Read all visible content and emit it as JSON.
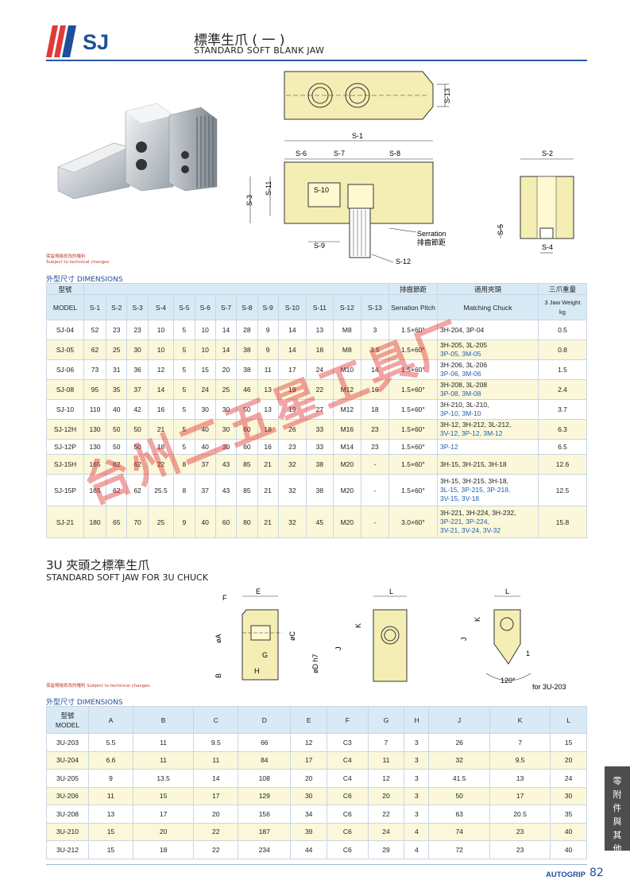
{
  "header": {
    "brand": "SJ",
    "title_cn": "標準生爪 ( 一 )",
    "title_en": "STANDARD SOFT BLANK  JAW"
  },
  "notes": {
    "rights_cn": "保留規格修改的權利",
    "rights_en": "Subject to technical changes"
  },
  "drawing1": {
    "labels": [
      "S-13",
      "S-1",
      "S-6",
      "S-7",
      "S-8",
      "S-10",
      "S-11",
      "S-3",
      "S-9",
      "S-12",
      "S-2",
      "S-5",
      "S-4"
    ],
    "serration_en": "Serration",
    "serration_cn": "排齒節距"
  },
  "dims1": {
    "label_cn": "外型尺寸",
    "label_en": "DIMENSIONS",
    "header_model_cn": "型號",
    "header_model_en": "MODEL",
    "columns": [
      "S-1",
      "S-2",
      "S-3",
      "S-4",
      "S-5",
      "S-6",
      "S-7",
      "S-8",
      "S-9",
      "S-10",
      "S-11",
      "S-12",
      "S-13"
    ],
    "serration_cn": "排齒節距",
    "serration_en": "Serration Pitch",
    "chuck_cn": "適用夾頭",
    "chuck_en": "Matching Chuck",
    "weight_cn": "三爪重量",
    "weight_en": "3 Jaw Weight",
    "weight_unit": "kg",
    "rows": [
      {
        "model": "SJ-04",
        "v": [
          "52",
          "23",
          "23",
          "10",
          "5",
          "10",
          "14",
          "28",
          "9",
          "14",
          "13",
          "M8",
          "3"
        ],
        "pitch": "1.5×60°",
        "chuck": [
          "3H-204, 3P-04"
        ],
        "weight": "0.5"
      },
      {
        "model": "SJ-05",
        "v": [
          "62",
          "25",
          "30",
          "10",
          "5",
          "10",
          "14",
          "38",
          "9",
          "14",
          "18",
          "M8",
          "3.5"
        ],
        "pitch": "1.5×60°",
        "chuck": [
          "3H-205, 3L-205",
          "3P-05, 3M-05"
        ],
        "weight": "0.8"
      },
      {
        "model": "SJ-06",
        "v": [
          "73",
          "31",
          "36",
          "12",
          "5",
          "15",
          "20",
          "38",
          "11",
          "17",
          "24",
          "M10",
          "14"
        ],
        "pitch": "1.5×60°",
        "chuck": [
          "3H-206, 3L-206",
          "3P-06, 3M-06"
        ],
        "weight": "1.5"
      },
      {
        "model": "SJ-08",
        "v": [
          "95",
          "35",
          "37",
          "14",
          "5",
          "24",
          "25",
          "46",
          "13",
          "19",
          "22",
          "M12",
          "16"
        ],
        "pitch": "1.5×60°",
        "chuck": [
          "3H-208, 3L-208",
          "3P-08, 3M-08"
        ],
        "weight": "2.4"
      },
      {
        "model": "SJ-10",
        "v": [
          "110",
          "40",
          "42",
          "16",
          "5",
          "30",
          "30",
          "50",
          "13",
          "19",
          "27",
          "M12",
          "18"
        ],
        "pitch": "1.5×60°",
        "chuck": [
          "3H-210, 3L-210,",
          "3P-10, 3M-10"
        ],
        "weight": "3.7"
      },
      {
        "model": "SJ-12H",
        "v": [
          "130",
          "50",
          "50",
          "21",
          "5",
          "40",
          "30",
          "60",
          "18",
          "26",
          "33",
          "M16",
          "23"
        ],
        "pitch": "1.5×60°",
        "chuck": [
          "3H-12, 3H-212, 3L-212,",
          "3V-12, 3P-12, 3M-12"
        ],
        "weight": "6.3"
      },
      {
        "model": "SJ-12P",
        "v": [
          "130",
          "50",
          "50",
          "18",
          "5",
          "40",
          "30",
          "60",
          "16",
          "23",
          "33",
          "M14",
          "23"
        ],
        "pitch": "1.5×60°",
        "chuck": [
          "3P-12"
        ],
        "weight": "6.5"
      },
      {
        "model": "SJ-15H",
        "v": [
          "165",
          "62",
          "62",
          "22",
          "8",
          "37",
          "43",
          "85",
          "21",
          "32",
          "38",
          "M20",
          "-"
        ],
        "pitch": "1.5×60°",
        "chuck": [
          "3H-15, 3H-215, 3H-18"
        ],
        "weight": "12.6"
      },
      {
        "model": "SJ-15P",
        "v": [
          "165",
          "62",
          "62",
          "25.5",
          "8",
          "37",
          "43",
          "85",
          "21",
          "32",
          "38",
          "M20",
          "-"
        ],
        "pitch": "1.5×60°",
        "chuck": [
          "3H-15, 3H-215, 3H-18,",
          "3L-15, 3P-215, 3P-218,",
          "3V-15, 3V-18"
        ],
        "weight": "12.5"
      },
      {
        "model": "SJ-21",
        "v": [
          "180",
          "65",
          "70",
          "25",
          "9",
          "40",
          "60",
          "80",
          "21",
          "32",
          "45",
          "M20",
          "-"
        ],
        "pitch": "3.0×60°",
        "chuck": [
          "3H-221, 3H-224, 3H-232,",
          "3P-221, 3P-224,",
          "3V-21, 3V-24, 3V-32"
        ],
        "weight": "15.8"
      }
    ]
  },
  "section2": {
    "title_cn": "3U 夾頭之標準生爪",
    "title_en": "STANDARD SOFT JAW FOR 3U CHUCK",
    "labels": [
      "F",
      "E",
      "L",
      "øA",
      "øC",
      "G",
      "øD h7",
      "B",
      "H",
      "K",
      "J",
      "L",
      "K",
      "J",
      "1",
      "120°"
    ],
    "for_note": "for 3U-203"
  },
  "dims2": {
    "label_cn": "外型尺寸",
    "label_en": "DIMENSIONS",
    "header_model_cn": "型號",
    "header_model_en": "MODEL",
    "columns": [
      "A",
      "B",
      "C",
      "D",
      "E",
      "F",
      "G",
      "H",
      "J",
      "K",
      "L"
    ],
    "rows": [
      {
        "model": "3U-203",
        "v": [
          "5.5",
          "11",
          "9.5",
          "66",
          "12",
          "C3",
          "7",
          "3",
          "26",
          "7",
          "15"
        ]
      },
      {
        "model": "3U-204",
        "v": [
          "6.6",
          "11",
          "11",
          "84",
          "17",
          "C4",
          "11",
          "3",
          "32",
          "9.5",
          "20"
        ]
      },
      {
        "model": "3U-205",
        "v": [
          "9",
          "13.5",
          "14",
          "108",
          "20",
          "C4",
          "12",
          "3",
          "41.5",
          "13",
          "24"
        ]
      },
      {
        "model": "3U-206",
        "v": [
          "11",
          "15",
          "17",
          "129",
          "30",
          "C6",
          "20",
          "3",
          "50",
          "17",
          "30"
        ]
      },
      {
        "model": "3U-208",
        "v": [
          "13",
          "17",
          "20",
          "156",
          "34",
          "C6",
          "22",
          "3",
          "63",
          "20.5",
          "35"
        ]
      },
      {
        "model": "3U-210",
        "v": [
          "15",
          "20",
          "22",
          "187",
          "39",
          "C6",
          "24",
          "4",
          "74",
          "23",
          "40"
        ]
      },
      {
        "model": "3U-212",
        "v": [
          "15",
          "18",
          "22",
          "234",
          "44",
          "C6",
          "29",
          "4",
          "72",
          "23",
          "40"
        ]
      }
    ]
  },
  "sidebar": {
    "text": [
      "零",
      "附",
      "件",
      "與",
      "其",
      "他"
    ]
  },
  "footer": {
    "brand": "AUTOGRIP",
    "page": "82"
  },
  "watermark": "台州二五星工具厂",
  "colors": {
    "accent": "#1f4e9b",
    "jaw_fill": "#f5eeb4",
    "header_cell": "#d8eaf5",
    "alt_row": "#fbf7d9",
    "logo_red": "#e03a3a"
  }
}
